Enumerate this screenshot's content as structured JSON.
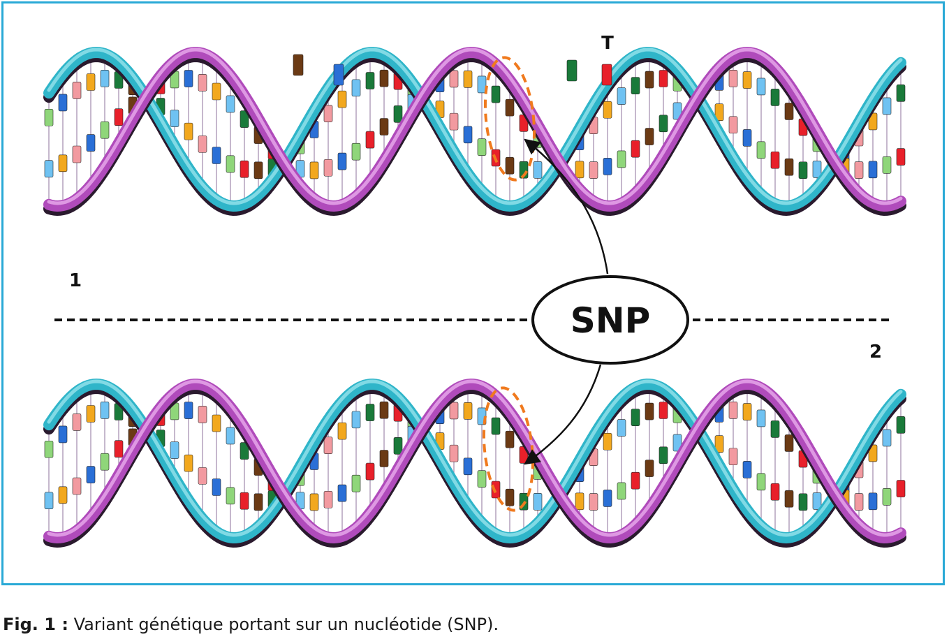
{
  "labels": {
    "top_allele_letter": "T",
    "strand_1_number": "1",
    "strand_2_number": "2",
    "snp": "SNP"
  },
  "caption": {
    "prefix": "Fig. 1 :",
    "text": " Variant génétique portant sur un nucléotide (SNP)."
  },
  "colors": {
    "frame": "#29a9d6",
    "strand_purple": "#b04bbb",
    "strand_purple_light": "#e6a6ea",
    "strand_cyan": "#2fb5c9",
    "strand_cyan_light": "#8fe0ea",
    "strand_dark": "#2a1a2e",
    "snp_highlight": "#f07a1e",
    "base_colors": [
      "#e8202a",
      "#f29aa0",
      "#1a7a3a",
      "#8fd67a",
      "#f2a81e",
      "#6b3a14",
      "#2a6fd6",
      "#6fc2f2"
    ]
  },
  "icons": {
    "double_helix": "dna-helix-icon",
    "snp_ellipse": "ellipse-icon",
    "arrow": "arrow-icon"
  }
}
